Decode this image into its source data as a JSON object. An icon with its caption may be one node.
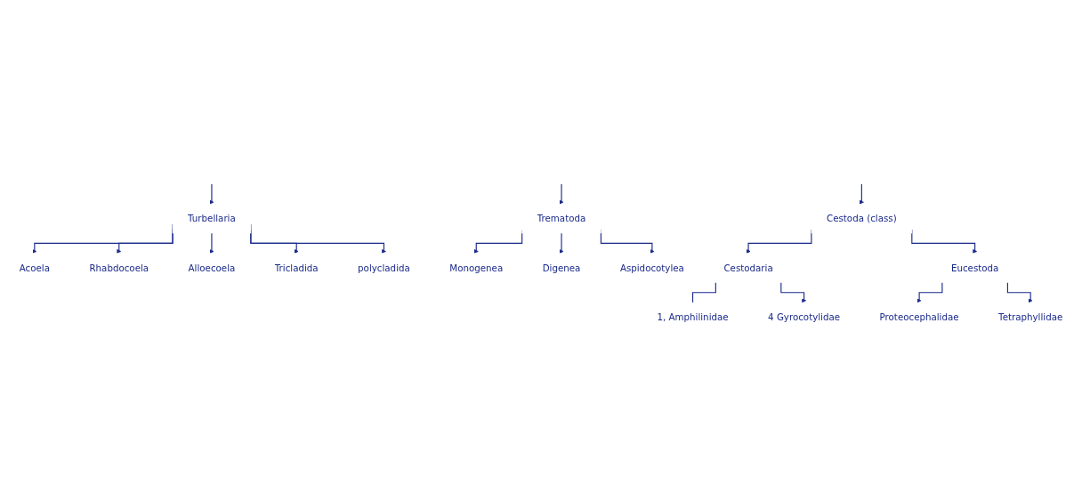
{
  "diagram": {
    "nodes": [
      {
        "text": [
          "Turbellaria"
        ]
      },
      {
        "text": [
          "Trematoda"
        ]
      },
      {
        "text": [
          "Cestoda (class)"
        ]
      },
      {
        "text": [
          "Acoela"
        ]
      },
      {
        "text": [
          "Rhabdocoela"
        ]
      },
      {
        "text": [
          "Alloecoela"
        ]
      },
      {
        "text": [
          "Tricladida"
        ]
      },
      {
        "text": [
          "polycladida"
        ]
      },
      {
        "text": [
          "Monogenea"
        ]
      },
      {
        "text": [
          "Digenea"
        ]
      },
      {
        "text": [
          "Aspidocotylea"
        ]
      },
      {
        "text": [
          "Cestodaria"
        ]
      },
      {
        "text": [
          "Eucestoda"
        ]
      },
      {
        "text": [
          "1, Amphilinidae"
        ]
      },
      {
        "text": [
          "4 Gyrocotylidae"
        ]
      },
      {
        "text": [
          "Proteocephalidae"
        ]
      },
      {
        "text": [
          "Tetraphyllidae"
        ]
      }
    ],
    "edges": [
      {
        "from": null,
        "to": 0,
        "arrow": "to"
      },
      {
        "from": null,
        "to": 1,
        "arrow": "to"
      },
      {
        "from": null,
        "to": 2,
        "arrow": "to"
      },
      {
        "from": 0,
        "to": 3,
        "arrow": "to"
      },
      {
        "from": 0,
        "to": 4,
        "arrow": "to"
      },
      {
        "from": 0,
        "to": 5,
        "arrow": "to"
      },
      {
        "from": 0,
        "to": 6,
        "arrow": "to"
      },
      {
        "from": 0,
        "to": 7,
        "arrow": "to"
      },
      {
        "from": 1,
        "to": 8,
        "arrow": "to"
      },
      {
        "from": 1,
        "to": 9,
        "arrow": "to"
      },
      {
        "from": 1,
        "to": 10,
        "arrow": "to"
      },
      {
        "from": 2,
        "to": 11,
        "arrow": "to"
      },
      {
        "from": 2,
        "to": 12,
        "arrow": "to"
      },
      {
        "from": 11,
        "to": 13,
        "arrow": "none"
      },
      {
        "from": 11,
        "to": 14,
        "arrow": "to"
      },
      {
        "from": 12,
        "to": 15,
        "arrow": "to"
      },
      {
        "from": 12,
        "to": 16,
        "arrow": "to"
      }
    ]
  }
}
